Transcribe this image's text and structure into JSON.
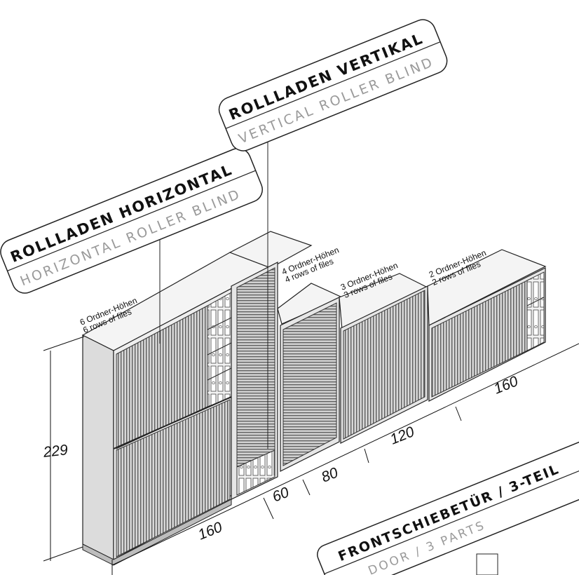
{
  "labels": {
    "horizontal": {
      "title": "ROLLLADEN HORIZONTAL",
      "subtitle": "HORIZONTAL ROLLER BLIND"
    },
    "vertical": {
      "title": "ROLLLADEN VERTIKAL",
      "subtitle": "VERTICAL ROLLER BLIND"
    },
    "bottom": {
      "title": "FRONTSCHIEBETÜR / 3-TEIL",
      "subtitle": "DOOR / 3 PARTS"
    }
  },
  "cabinets": [
    {
      "line1": "6 Ordner-Höhen",
      "line2": "6 rows of files"
    },
    {
      "line1": "4 Ordner-Höhen",
      "line2": "4 rows of files"
    },
    {
      "line1": "3 Ordner-Höhen",
      "line2": "3 rows of files"
    },
    {
      "line1": "2 Ordner-Höhen",
      "line2": "2 rows of files"
    }
  ],
  "dimensions": {
    "height": "229",
    "widths": [
      "160",
      "60",
      "80",
      "120",
      "160"
    ]
  }
}
